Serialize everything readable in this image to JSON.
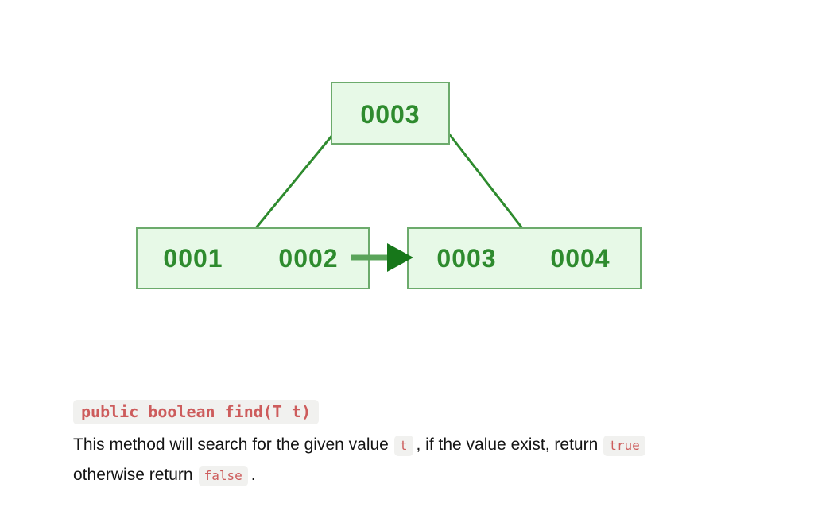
{
  "diagram": {
    "root_node": {
      "keys": [
        "0003"
      ]
    },
    "left_leaf": {
      "keys": [
        "0001",
        "0002"
      ]
    },
    "right_leaf": {
      "keys": [
        "0003",
        "0004"
      ]
    },
    "colors": {
      "node_fill": "#e7f9e7",
      "node_border": "#6cab6c",
      "key_text": "#2e8b2e",
      "edge": "#2e8b2e",
      "arrow_shaft": "#5aa45a",
      "arrow_head": "#17771a"
    }
  },
  "code_heading": {
    "text": "public boolean find(T t)",
    "text_color": "#cd5c5c",
    "background": "#f1f1ef"
  },
  "paragraph": {
    "part1": "This method will search for the given value",
    "code1": "t",
    "part2": ", if the value exist, return",
    "code2": "true",
    "part3": "otherwise return",
    "code3": "false",
    "part4": "."
  }
}
